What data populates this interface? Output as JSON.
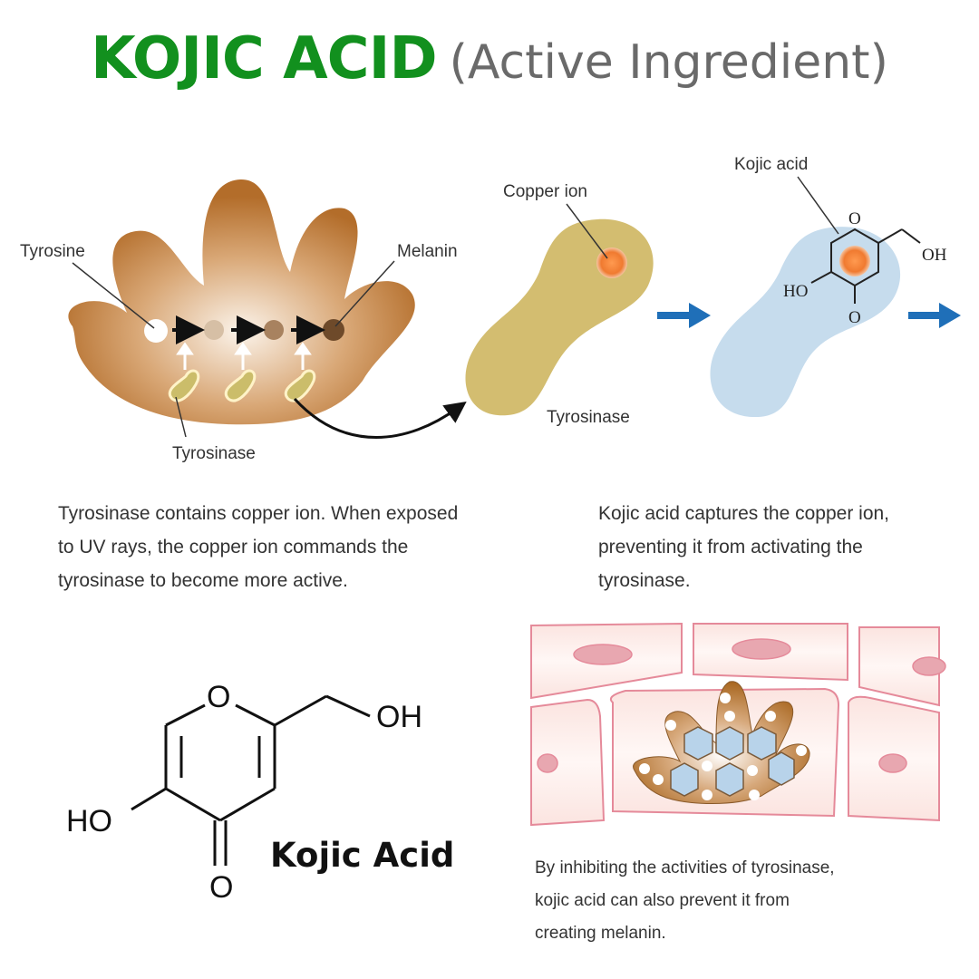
{
  "title": {
    "main": "KOJIC ACID",
    "sub": "(Active Ingredient)"
  },
  "colors": {
    "title_green": "#12901e",
    "subtitle_gray": "#6a6a6a",
    "melanocyte": "#b8742f",
    "tyrosinase": "#d3bd70",
    "kojic_blob": "#c6dced",
    "copper": "#f07a30",
    "arrow_blue": "#1f6fb8",
    "skin_pink": "#e58a9a"
  },
  "diagram": {
    "labels": {
      "tyrosine": "Tyrosine",
      "melanin": "Melanin",
      "tyrosinase_left": "Tyrosinase",
      "copper_ion": "Copper ion",
      "tyrosinase_right": "Tyrosinase",
      "kojic_acid": "Kojic acid",
      "mol_o_top": "O",
      "mol_oh": "OH",
      "mol_ho": "HO",
      "mol_o_bottom": "O"
    }
  },
  "captions": {
    "left": [
      "Tyrosinase contains copper ion. When exposed",
      "to UV rays, the copper ion commands the",
      "tyrosinase to become more active."
    ],
    "right": [
      "Kojic acid captures the copper ion,",
      "preventing it from activating the",
      "tyrosinase."
    ],
    "bottom": [
      "By inhibiting the activities of tyrosinase,",
      "kojic acid can also prevent it from",
      "creating melanin."
    ]
  },
  "structure": {
    "o_ring": "O",
    "oh": "OH",
    "ho": "HO",
    "o_keto": "O",
    "name": "Kojic Acid"
  }
}
